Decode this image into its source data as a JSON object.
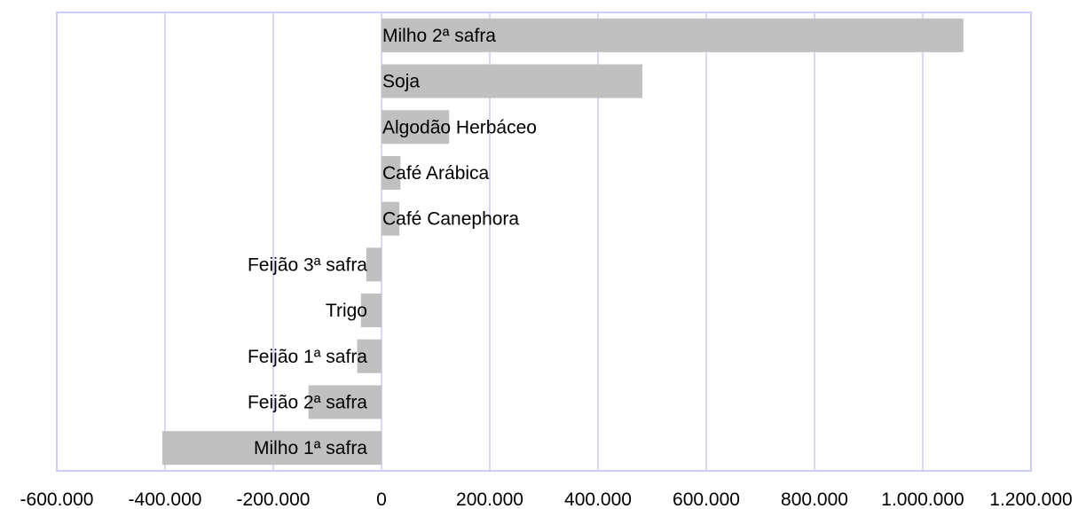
{
  "chart_data": {
    "type": "bar",
    "orientation": "horizontal",
    "title": "",
    "xlabel": "",
    "ylabel": "",
    "xlim": [
      -600000,
      1200000
    ],
    "grid": "vertical",
    "legend": "none",
    "colors": {
      "bar": "#c0c0c0",
      "grid": "#ccccff",
      "axis": "#ccccff",
      "text": "#000000"
    },
    "tick_values": [
      -600000,
      -400000,
      -200000,
      0,
      200000,
      400000,
      600000,
      800000,
      1000000,
      1200000
    ],
    "tick_labels": [
      "-600.000",
      "-400.000",
      "-200.000",
      "0",
      "200.000",
      "400.000",
      "600.000",
      "800.000",
      "1.000.000",
      "1.200.000"
    ],
    "categories": [
      "Milho 2ª safra",
      "Soja",
      "Algodão Herbáceo",
      "Café Arábica",
      "Café Canephora",
      "Feijão 3ª safra",
      "Trigo",
      "Feijão 1ª safra",
      "Feijão 2ª safra",
      "Milho 1ª safra"
    ],
    "values": [
      1075000,
      482000,
      125000,
      35000,
      33000,
      -28000,
      -38000,
      -45000,
      -135000,
      -405000
    ]
  }
}
